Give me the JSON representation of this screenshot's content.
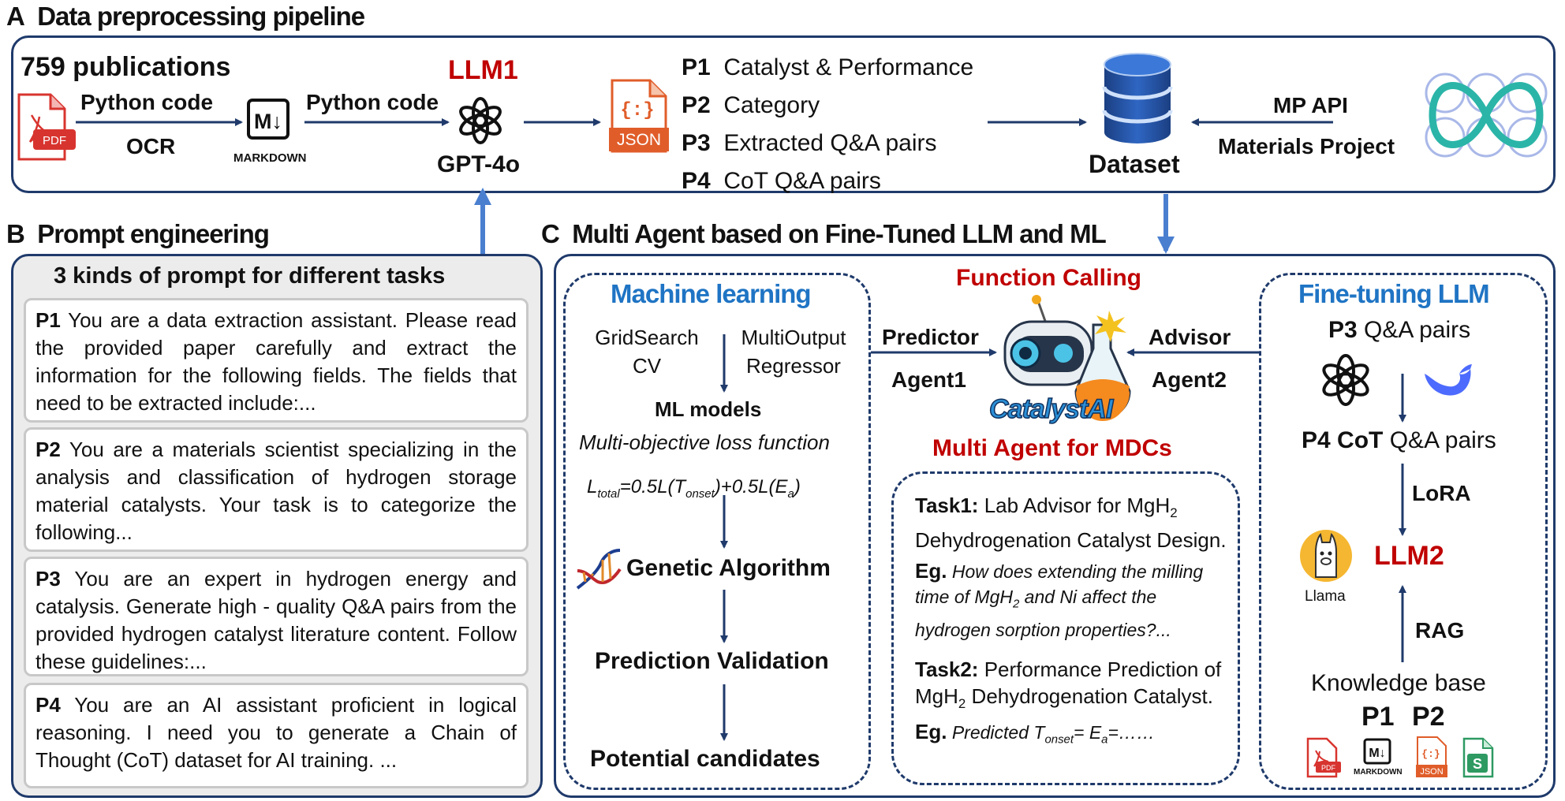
{
  "sectionA": {
    "letter": "A",
    "title": "Data preprocessing pipeline",
    "publications": "759 publications",
    "python_code_1": "Python code",
    "ocr": "OCR",
    "markdown_label": "MARKDOWN",
    "python_code_2": "Python code",
    "llm1": "LLM1",
    "gpt": "GPT-4o",
    "json_label": "JSON",
    "pdf_label": "PDF",
    "outputs": [
      {
        "id": "P1",
        "text": "Catalyst  & Performance"
      },
      {
        "id": "P2",
        "text": "Category"
      },
      {
        "id": "P3",
        "text": "Extracted  Q&A pairs"
      },
      {
        "id": "P4",
        "text": "CoT Q&A pairs"
      }
    ],
    "dataset": "Dataset",
    "mp_api": "MP API",
    "materials_project": "Materials Project"
  },
  "sectionB": {
    "letter": "B",
    "title": "Prompt engineering",
    "box_title": "3 kinds of prompt for different tasks",
    "prompts": [
      {
        "id": "P1",
        "text": "You are a data extraction assistant. Please read the provided paper carefully and extract the information for the following fields. The fields that need to be extracted include:..."
      },
      {
        "id": "P2",
        "text": "You are a materials scientist specializing in the analysis and classification of hydrogen storage material catalysts. Your task is to categorize the following..."
      },
      {
        "id": "P3",
        "text": "You are an expert in hydrogen energy and catalysis. Generate high - quality Q&A pairs from the provided hydrogen catalyst literature content. Follow these guidelines:..."
      },
      {
        "id": "P4",
        "text": "You are an AI assistant proficient in logical reasoning. I need you to generate a Chain of Thought (CoT) dataset for AI training. ..."
      }
    ]
  },
  "sectionC": {
    "letter": "C",
    "title": "Multi Agent based on Fine-Tuned LLM and ML",
    "ml": {
      "title": "Machine learning",
      "gridsearch": "GridSearch CV",
      "multioutput": "MultiOutput Regressor",
      "models": "ML models",
      "loss": "Multi-objective loss function",
      "formula": "L_total = 0.5L(T_onset)+0.5L(E_a)",
      "ga": "Genetic Algorithm",
      "validation": "Prediction Validation",
      "candidates": "Potential candidates"
    },
    "center": {
      "function_calling": "Function Calling",
      "predictor": "Predictor",
      "agent1": "Agent1",
      "advisor": "Advisor",
      "agent2": "Agent2",
      "logo": "CatalystAI",
      "multi_agent": "Multi Agent for MDCs",
      "task1_label": "Task1:",
      "task1_text": "Lab Advisor for MgH2 Dehydrogenation Catalyst Design.",
      "eg": "Eg.",
      "eg1": "How does extending the milling time of MgH2 and Ni affect the hydrogen sorption properties?...",
      "task2_label": "Task2:",
      "task2_text": "Performance Prediction of MgH2 Dehydrogenation Catalyst.",
      "eg2": "Predicted T_onset=   E_a=……"
    },
    "ft": {
      "title": "Fine-tuning LLM",
      "p3": "P3",
      "p3_text": "Q&A pairs",
      "p4": "P4",
      "cot": "CoT",
      "p4_text": "Q&A pairs",
      "lora": "LoRA",
      "llm2": "LLM2",
      "llama": "Llama",
      "rag": "RAG",
      "kb": "Knowledge base",
      "p1": "P1",
      "p2": "P2",
      "pdf_label": "PDF",
      "markdown_label": "MARKDOWN",
      "json_label": "JSON",
      "s_label": "S"
    }
  },
  "colors": {
    "navy": "#1f3a6b",
    "arrow_blue": "#4a7fd0",
    "red": "#c00000",
    "blue_title": "#1f74c4"
  }
}
